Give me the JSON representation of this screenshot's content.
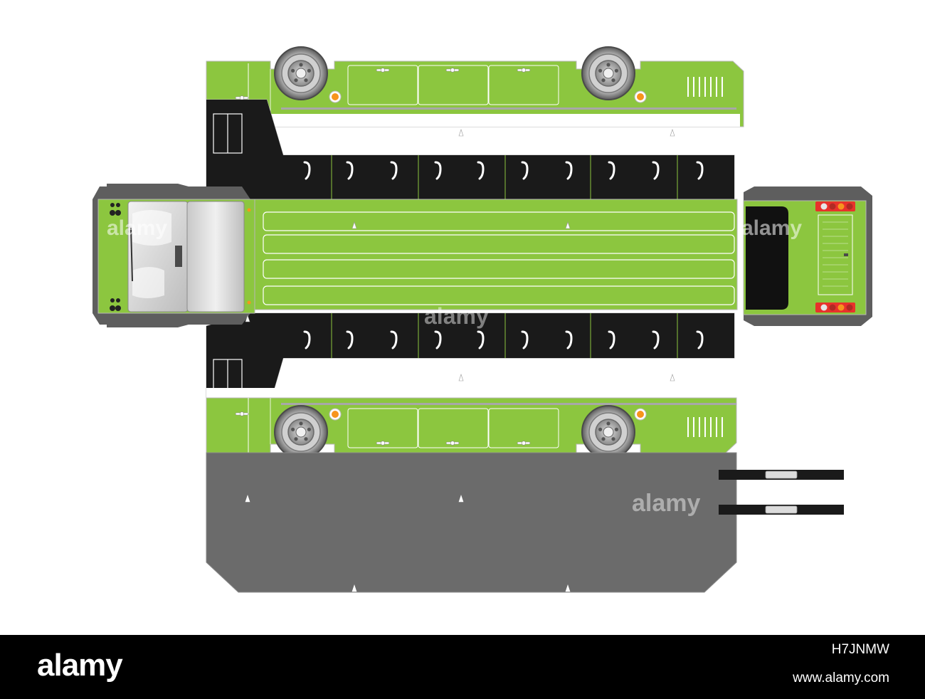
{
  "watermark": {
    "text": "alamy"
  },
  "footer": {
    "brand": "alamy",
    "image_id": "H7JNMW",
    "website": "www.alamy.com"
  },
  "colors": {
    "bus_green": "#8cc63f",
    "roof_green": "#7cc242",
    "black": "#1a1a1a",
    "base_gray": "#6b6b6b",
    "tab_gray": "#5e5e5e",
    "footer_bg": "#000000",
    "light_red": "#e8322b",
    "indicator_orange": "#f7941d"
  },
  "icons": {
    "wheel": "wheel-icon",
    "glue_mark": "glue-mark-icon",
    "door_handle": "door-handle-icon",
    "headlight": "headlight-icon",
    "tail_light": "tail-light-icon",
    "side_indicator": "indicator-light-icon",
    "mirror": "mirror-icon"
  }
}
